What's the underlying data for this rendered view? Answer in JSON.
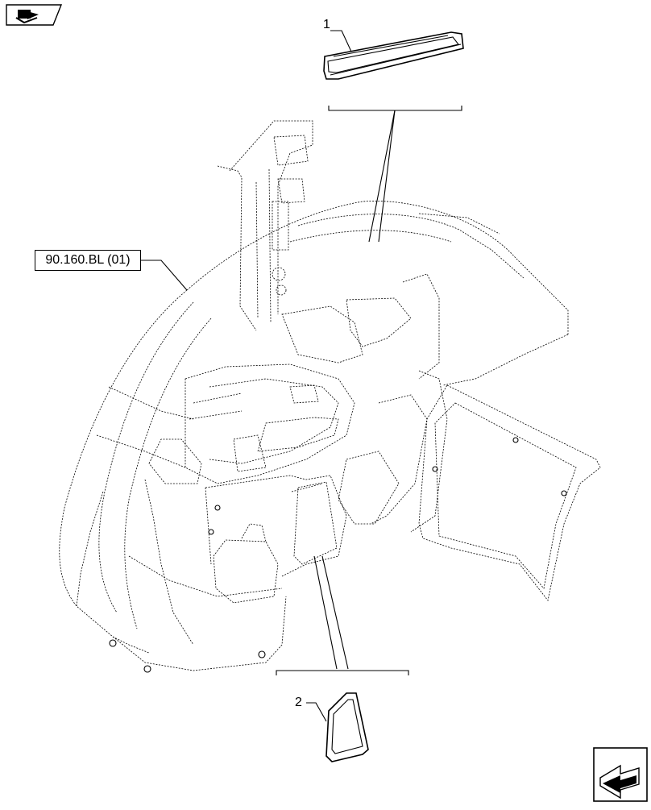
{
  "reference": {
    "label": "90.160.BL (01)"
  },
  "callouts": [
    {
      "number": "1"
    },
    {
      "number": "2"
    }
  ],
  "icons": {
    "top_left": "book-navigation-icon",
    "bottom_right": "next-page-arrow-icon"
  }
}
